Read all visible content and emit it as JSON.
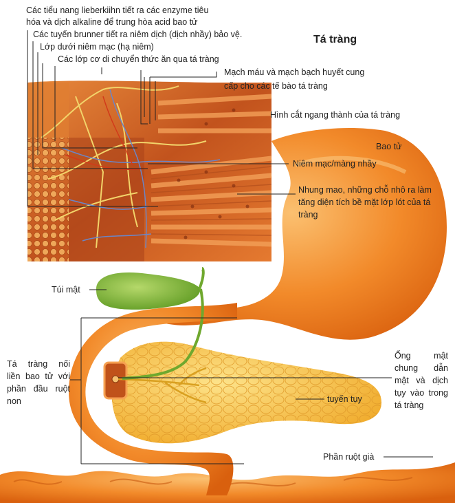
{
  "title": "Tá tràng",
  "labels": {
    "crypts_1": "Các tiểu nang lieberkiihn tiết ra các enzyme tiêu",
    "crypts_2": "hóa và dịch alkaline để trung hòa acid bao tử",
    "brunner": "Các tuyến brunner tiết ra niêm dịch (dịch nhầy) bảo vệ.",
    "submucosa": "Lớp dưới niêm mạc (hạ niêm)",
    "muscle": "Các lớp cơ di chuyển thức ăn qua tá tràng",
    "vessels_1": "Mạch máu và mạch bạch huyết cung",
    "vessels_2": "cấp cho các tế bào tá tràng",
    "cross_section": "Hình cắt ngang thành của tá tràng",
    "stomach": "Bao tử",
    "mucosa": "Niêm mạc/màng nhầy",
    "villi_1": "Nhung mao, những chỗ nhô ra làm",
    "villi_2": "tăng diện tích bề mặt lớp lót của tá",
    "villi_3": "tràng",
    "gallbladder": "Túi mật",
    "duodenum_1": "Tá tràng nối",
    "duodenum_2": "liền bao tử với",
    "duodenum_3": "phần đầu ruột",
    "duodenum_4": "non",
    "bile_1": "Ống mật",
    "bile_2": "chung dẫn",
    "bile_3": "mật và dịch",
    "bile_4": "tụy vào trong",
    "bile_5": "tá tràng",
    "pancreas": "tuyến tụy",
    "colon": "Phần ruột già"
  },
  "colors": {
    "stomach": "#f07a18",
    "stomach_light": "#f9b460",
    "tissue": "#c85a1e",
    "pancreas": "#f7c64a",
    "gallbladder": "#7fb23c",
    "vessel_blue": "#6a86c8",
    "nerve_yellow": "#f2d46a",
    "leader": "#222222"
  }
}
